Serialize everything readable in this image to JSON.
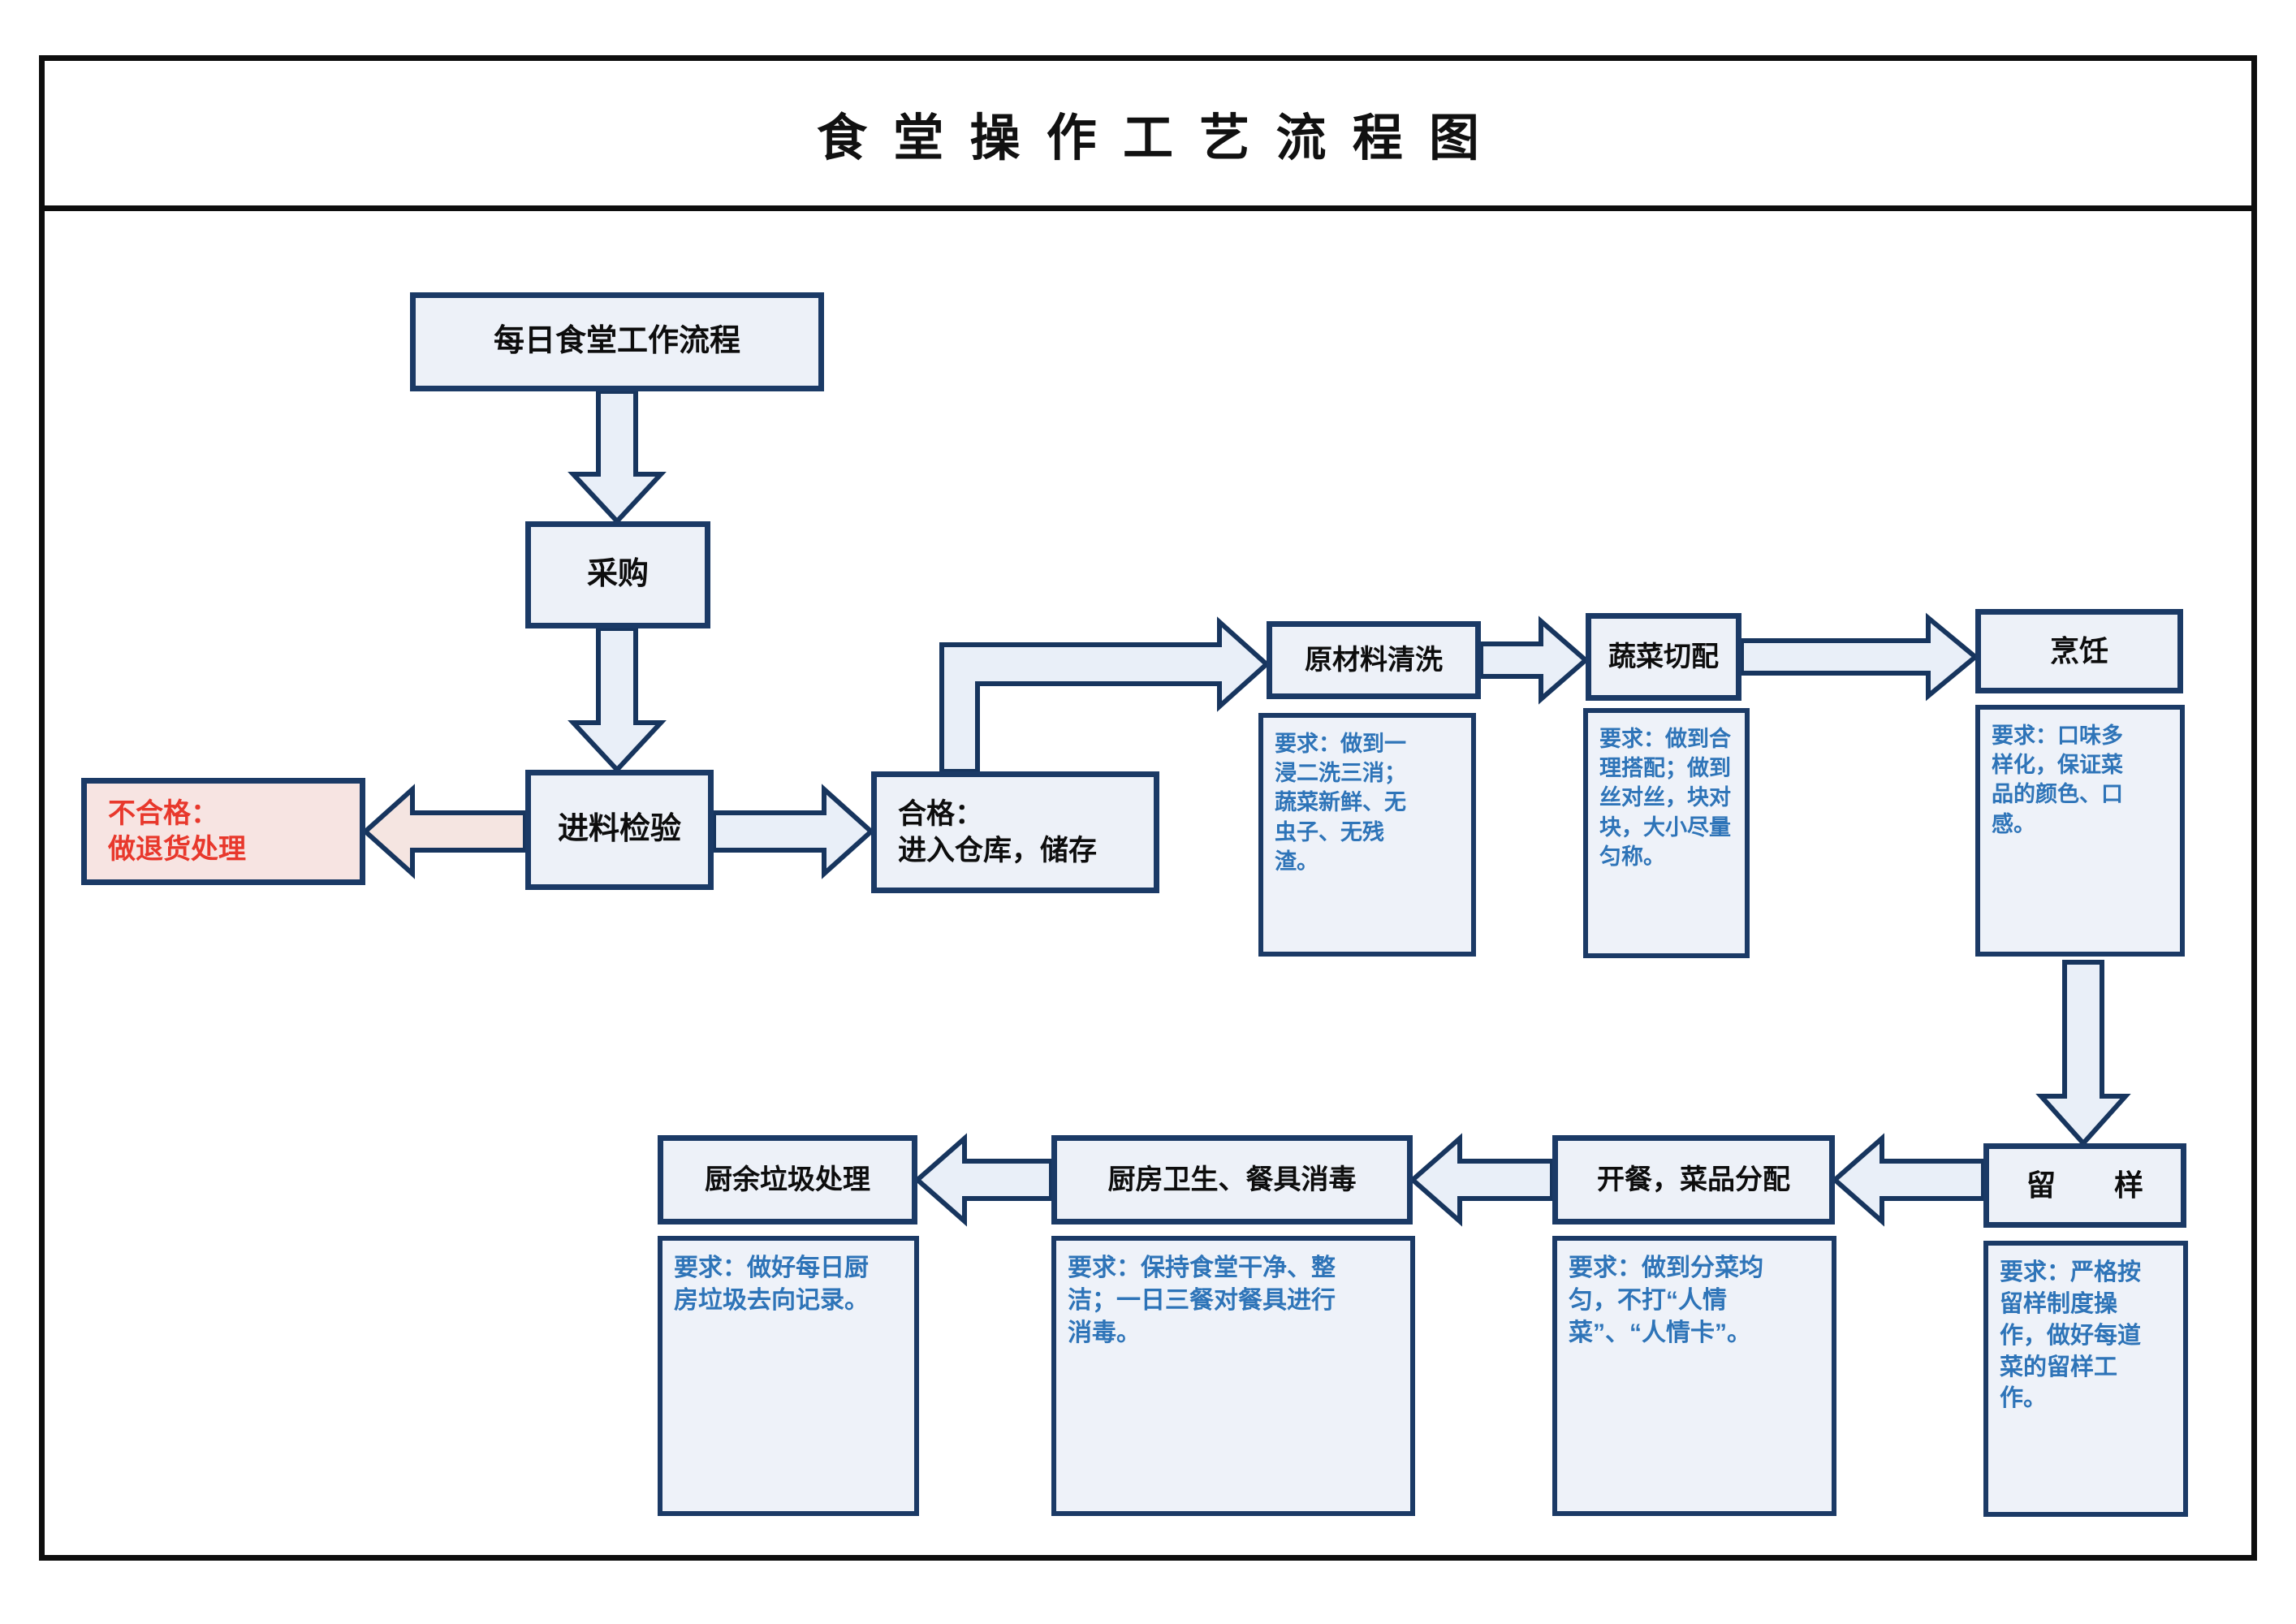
{
  "title": "食堂操作工艺流程图",
  "nodes": {
    "daily": {
      "label": "每日食堂工作流程"
    },
    "purchase": {
      "label": "采购"
    },
    "inspection": {
      "label": "进料检验"
    },
    "reject": {
      "label": "不合格：\n做退货处理"
    },
    "qualified": {
      "label": "合格：\n进入仓库，储存"
    },
    "washing": {
      "label": "原材料清洗",
      "note": "要求：做到一\n浸二洗三消；\n蔬菜新鲜、无\n虫子、无残\n渣。"
    },
    "cutting": {
      "label": "蔬菜切配",
      "note": "要求：做到合\n理搭配；做到\n丝对丝，块对\n块，大小尽量\n匀称。"
    },
    "cooking": {
      "label": "烹饪",
      "note": "要求：口味多\n样化，保证菜\n品的颜色、口\n感。"
    },
    "sampling": {
      "label": "留　　样",
      "note": "要求：严格按\n留样制度操\n作，做好每道\n菜的留样工\n作。"
    },
    "serving": {
      "label": "开餐，菜品分配",
      "note": "要求：做到分菜均\n匀，不打“人情\n菜”、“人情卡”。"
    },
    "hygiene": {
      "label": "厨房卫生、餐具消毒",
      "note": "要求：保持食堂干净、整\n洁；一日三餐对餐具进行\n消毒。"
    },
    "waste": {
      "label": "厨余垃圾处理",
      "note": "要求：做好每日厨\n房垃圾去向记录。"
    }
  },
  "colors": {
    "frame_border": "#0e0e0e",
    "box_border": "#1b3a66",
    "box_fill": "#edf1f8",
    "note_text": "#2e74b8",
    "reject_fill": "#f7e4e2",
    "reject_text": "#e8382c",
    "arrow_fill": "#e9eff8",
    "arrow_pink_fill": "#f5e5e1"
  }
}
